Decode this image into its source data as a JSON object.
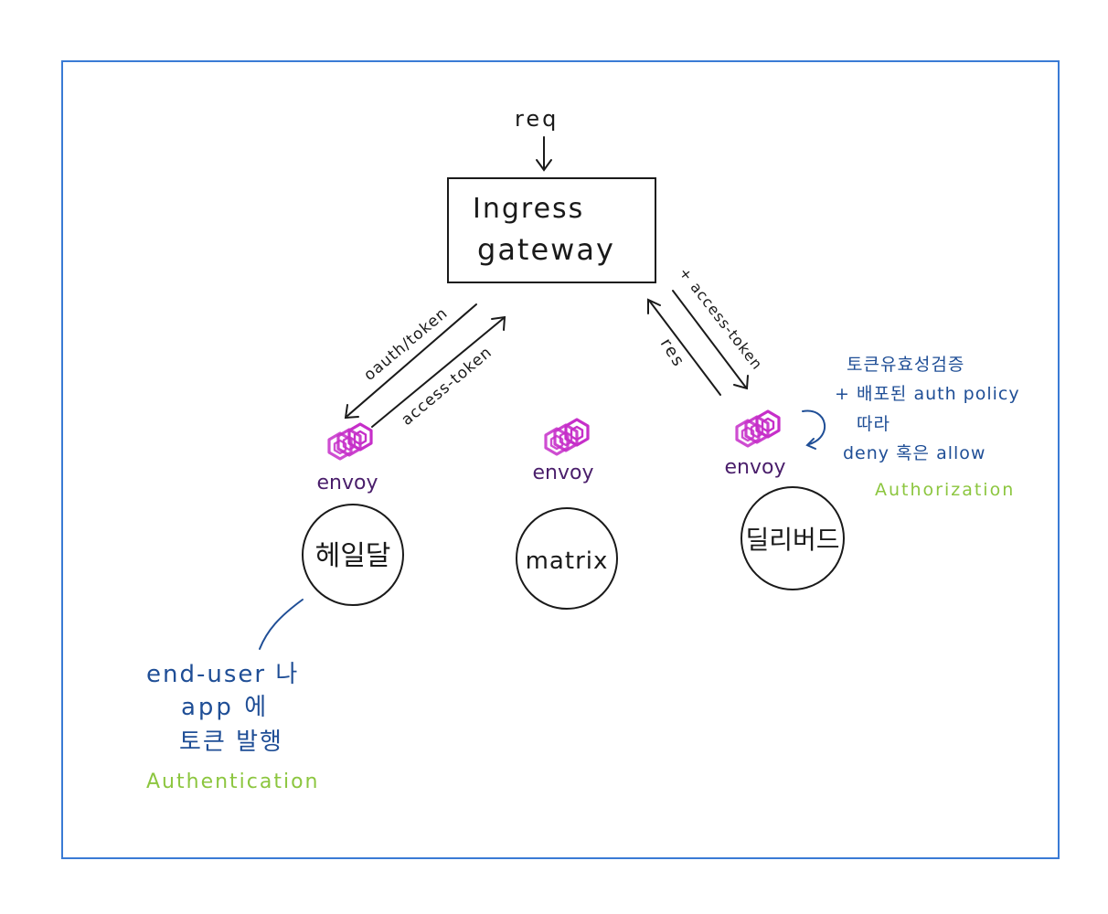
{
  "diagram": {
    "req_label": "req",
    "gateway": {
      "line1": "Ingress",
      "line2": "gateway"
    },
    "edges": {
      "oauth_token": "oauth/token",
      "access_token_left": "access-token",
      "plus_access_token": "+ access-token",
      "res": "res"
    },
    "envoy_label": "envoy",
    "services": {
      "left": "헤일달",
      "middle": "matrix",
      "right": "딜리버드"
    },
    "left_note": {
      "line1": "end-user 나",
      "line2": "app 에",
      "line3": "토큰 발행",
      "category": "Authentication"
    },
    "right_note": {
      "line1": "토큰유효성검증",
      "line2": "+ 배포된 auth policy",
      "line3": "따라",
      "line4": "deny 혹은 allow",
      "category": "Authorization"
    }
  },
  "colors": {
    "frame": "#3a7bd5",
    "ink": "#1a1a1a",
    "note_blue": "#1f4e96",
    "note_green": "#8cc63f",
    "envoy_magenta": "#c62fc9",
    "envoy_text": "#4a1e6b"
  }
}
